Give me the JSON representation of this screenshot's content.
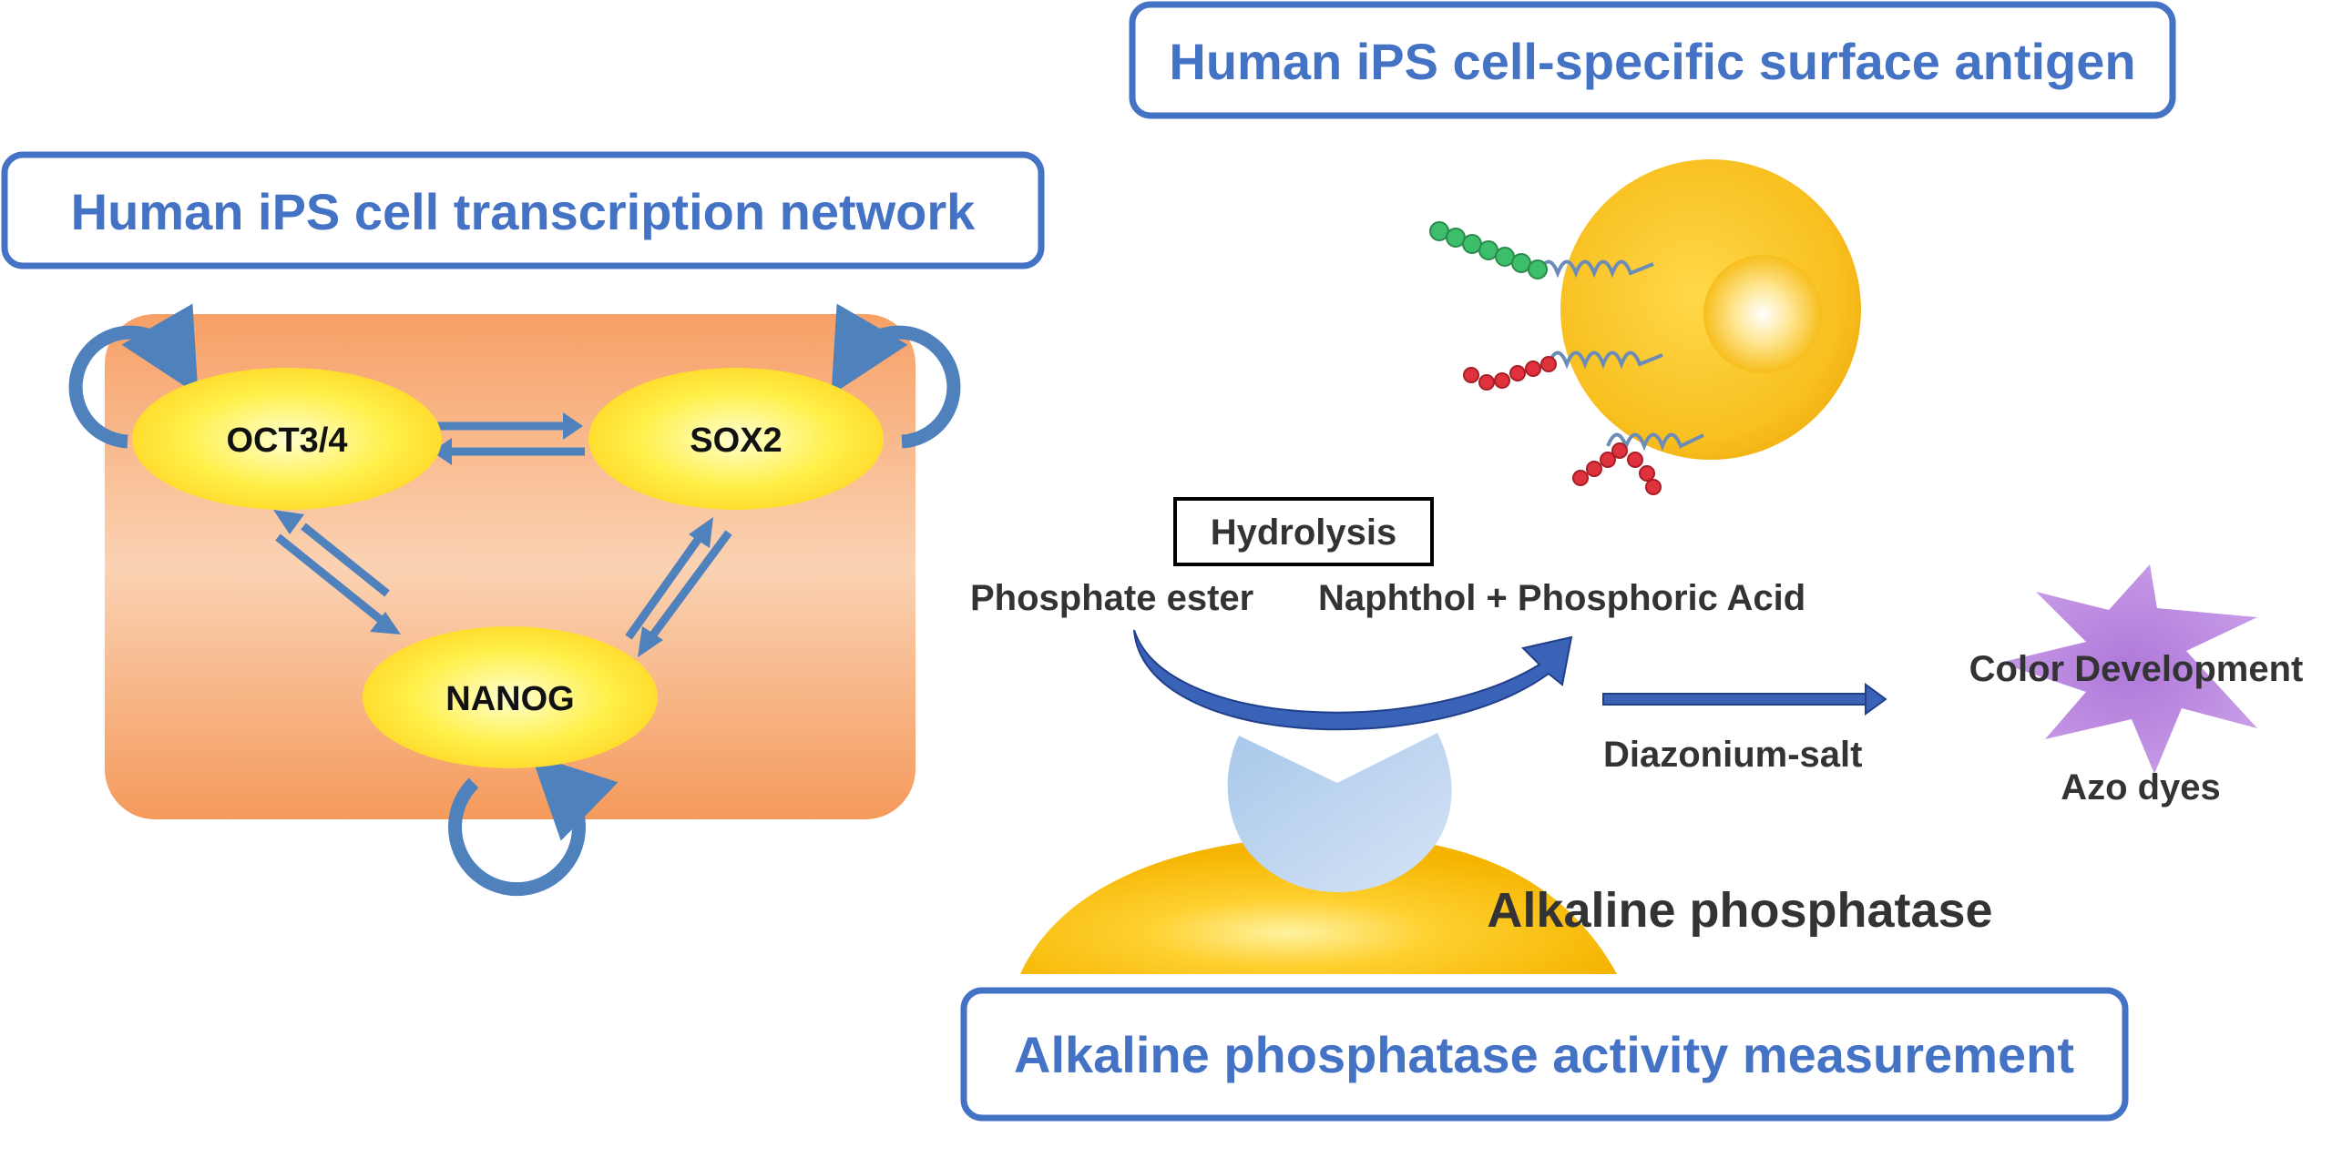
{
  "colors": {
    "title_blue": "#4472C4",
    "arrow_blue": "#4F81BD",
    "text_dark": "#333333",
    "orange_light": "#FAD0AE",
    "orange_dark": "#F59A5C",
    "yellow": "#FFD21F",
    "gold": "#F5B70A",
    "purple": "#B98ADF",
    "pocket_blue": "#B8D4EE"
  },
  "titles": {
    "transcription": "Human iPS cell transcription network",
    "surface": "Human iPS cell-specific surface antigen",
    "alp": "Alkaline phosphatase activity measurement"
  },
  "network": {
    "nodes": {
      "oct": "OCT3/4",
      "sox": "SOX2",
      "nanog": "NANOG"
    }
  },
  "reaction": {
    "hydrolysis": "Hydrolysis",
    "substrate": "Phosphate ester",
    "products": "Naphthol + Phosphoric Acid",
    "reagent": "Diazonium-salt",
    "result": "Color Development",
    "dye": "Azo dyes",
    "enzyme": "Alkaline phosphatase"
  }
}
